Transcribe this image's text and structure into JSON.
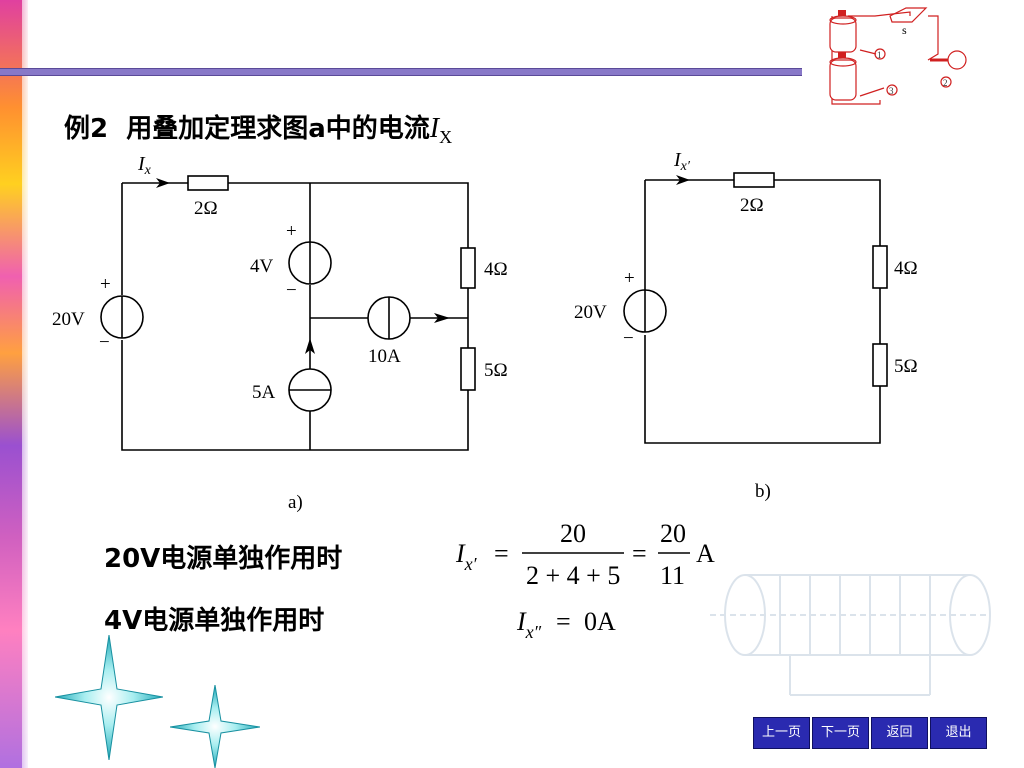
{
  "slide": {
    "title_prefix": "例2",
    "title_text": "用叠加定理求图a中的电流",
    "title_var": "I",
    "title_var_sub": "X"
  },
  "circuit_a": {
    "caption": "a)",
    "current_label": "I",
    "current_sub": "x",
    "r1": "2Ω",
    "v_main": "20V",
    "v_4": "4V",
    "i_10": "10A",
    "i_5": "5A",
    "r2": "4Ω",
    "r3": "5Ω",
    "plus": "+",
    "minus": "−"
  },
  "circuit_b": {
    "caption": "b)",
    "current_label": "I",
    "current_sub": "x′",
    "r1": "2Ω",
    "v_main": "20V",
    "r2": "4Ω",
    "r3": "5Ω",
    "plus": "+",
    "minus": "−"
  },
  "statements": [
    {
      "label": "20V电源单独作用时"
    },
    {
      "label": "4V电源单独作用时"
    }
  ],
  "equations": {
    "eq1": {
      "lhs": "I",
      "lhs_sub": "x′",
      "equals": "=",
      "num": "20",
      "den": "2 + 4 + 5",
      "equals2": "=",
      "num2": "20",
      "den2": "11",
      "unit": "A"
    },
    "eq2": {
      "lhs": "I",
      "lhs_sub": "x″",
      "equals": "=",
      "value": "0A"
    }
  },
  "logo": {
    "label_s": "s",
    "n1": "1",
    "n2": "2",
    "n3": "3",
    "color": "#d02020"
  },
  "nav": {
    "prev": "上一页",
    "next": "下一页",
    "back": "返回",
    "exit": "退出"
  },
  "colors": {
    "accent_bar": "#8878c8",
    "nav_bg": "#2a2ab0",
    "star": "#30c8c8"
  }
}
